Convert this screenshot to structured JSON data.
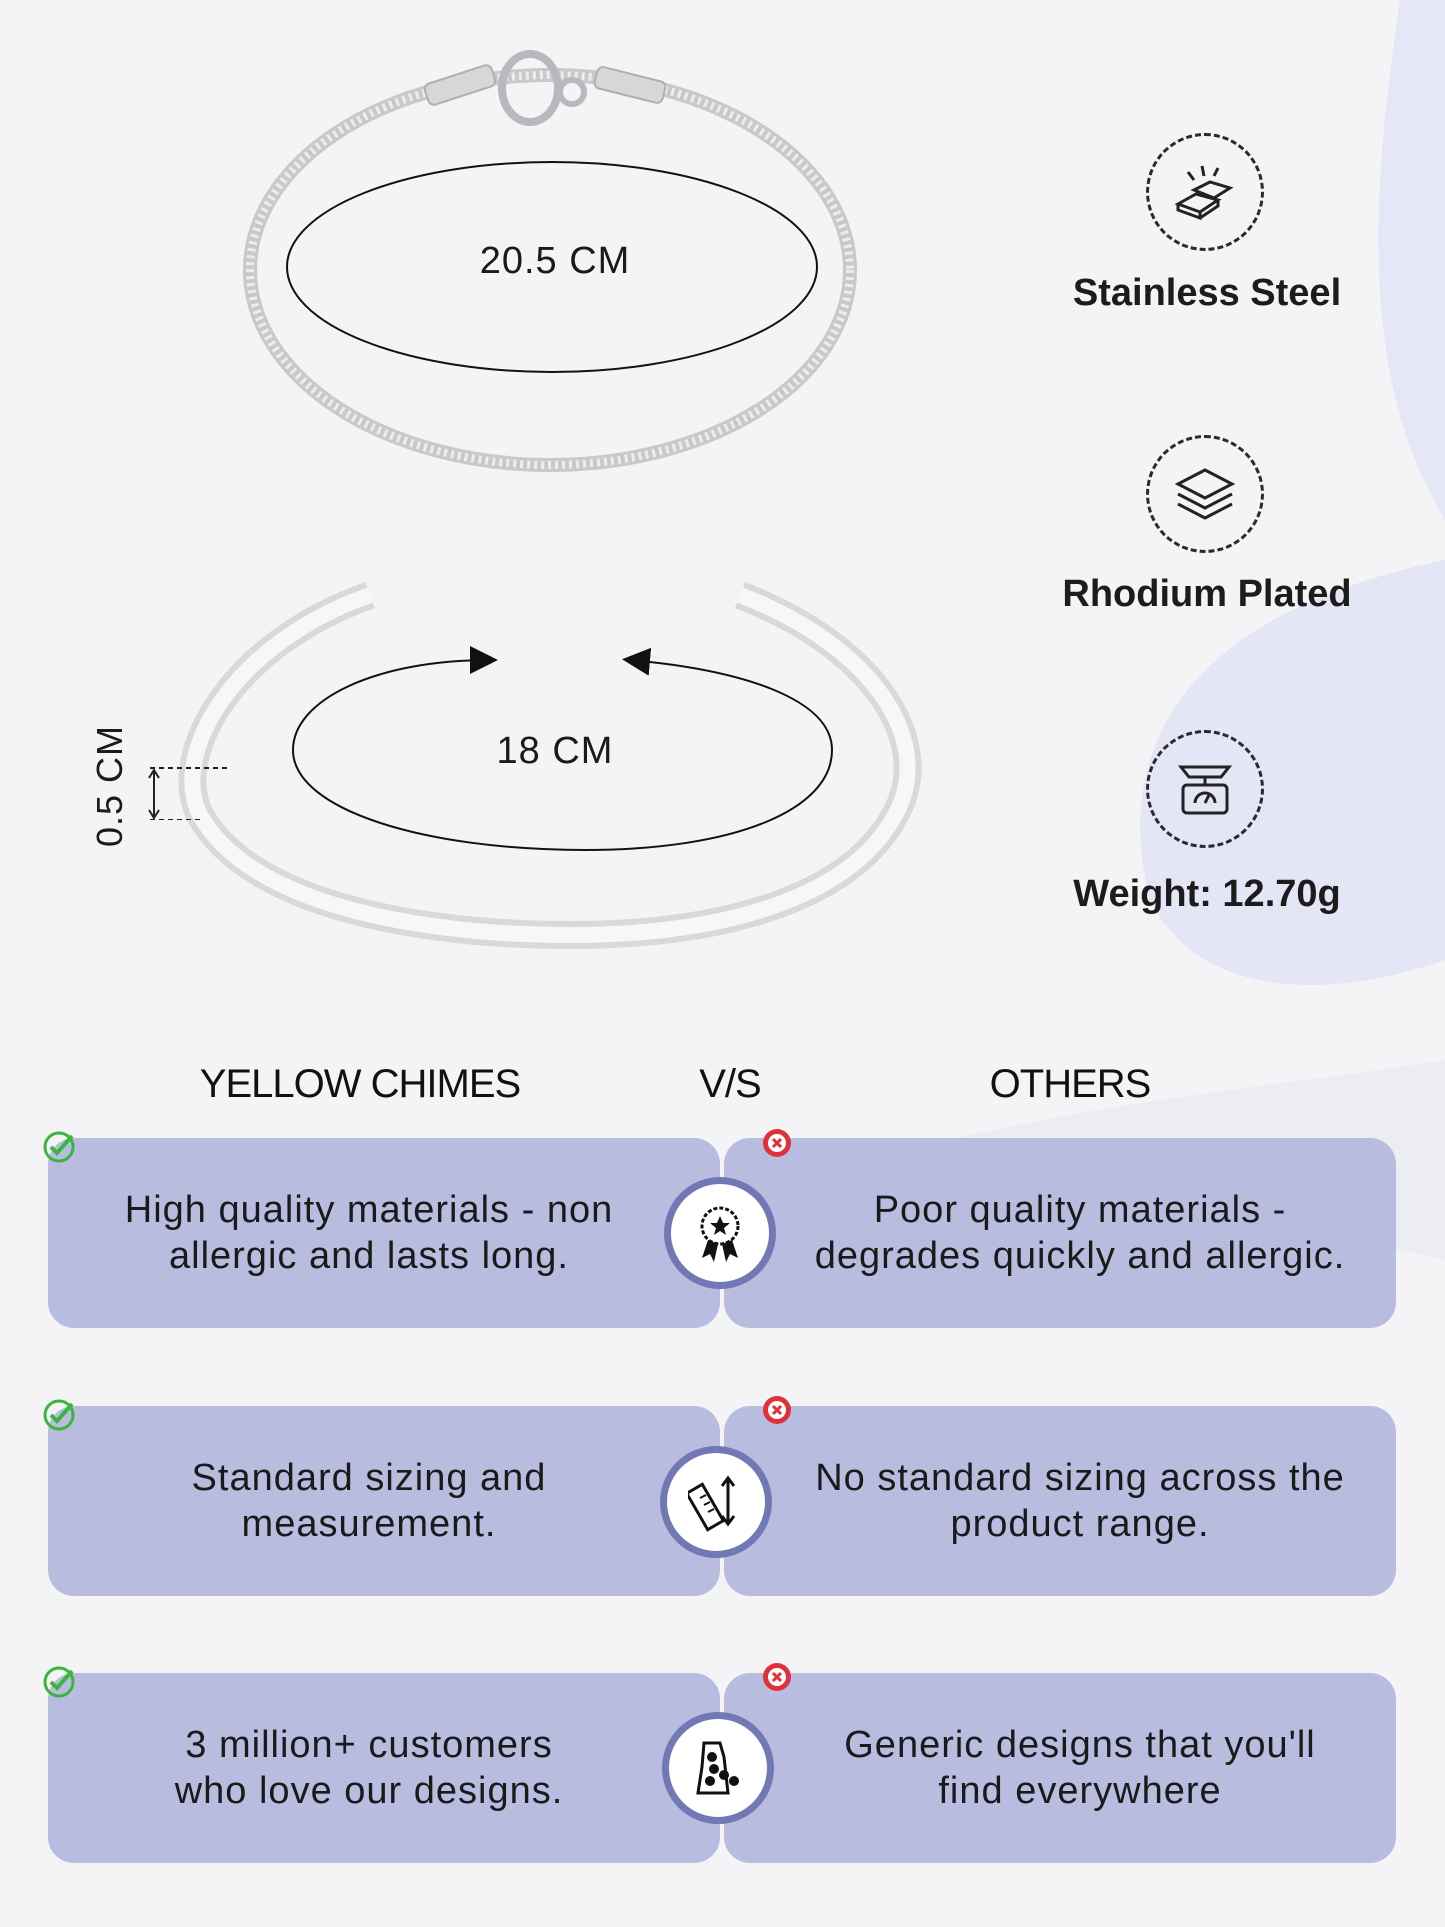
{
  "measurements": {
    "chain_length": "20.5 CM",
    "cuff_length": "18 CM",
    "cuff_width": "0.5 CM"
  },
  "features": [
    {
      "label": "Stainless Steel",
      "icon": "metal-bars-icon"
    },
    {
      "label": "Rhodium Plated",
      "icon": "layers-icon"
    },
    {
      "label": "Weight: 12.70g",
      "icon": "weighing-scale-icon"
    }
  ],
  "comparison": {
    "brand": "YELLOW CHIMES",
    "vs": "V/S",
    "others": "OTHERS",
    "rows": [
      {
        "brand_lines": [
          "High quality materials - non",
          "allergic and lasts long."
        ],
        "icon": "quality-badge-icon",
        "others_lines": [
          "Poor quality materials -",
          "degrades quickly and allergic."
        ]
      },
      {
        "brand_lines": [
          "Standard sizing and",
          "measurement."
        ],
        "icon": "ruler-measure-icon",
        "others_lines": [
          "No standard sizing across the",
          "product range."
        ]
      },
      {
        "brand_lines": [
          "3 million+ customers",
          "who love our designs."
        ],
        "icon": "jewelry-design-icon",
        "others_lines": [
          "Generic designs that you'll",
          "find everywhere"
        ]
      }
    ]
  },
  "colors": {
    "card": "#b8bde0",
    "badge_ring": "#7079b3",
    "check": "#3bb53b",
    "cross": "#e0303a"
  }
}
